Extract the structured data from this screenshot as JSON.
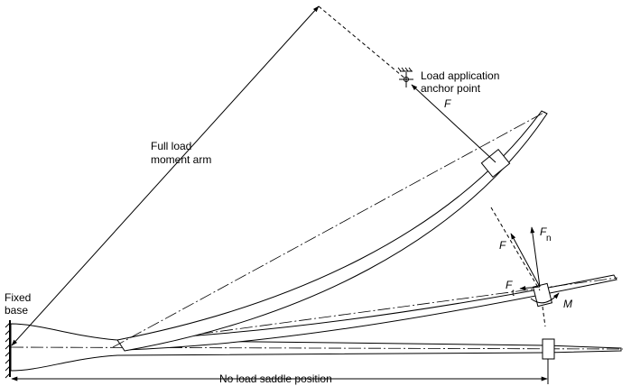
{
  "labels": {
    "fixed_base_line1": "Fixed",
    "fixed_base_line2": "base",
    "moment_arm_line1": "Full load",
    "moment_arm_line2": "moment arm",
    "anchor_line1": "Load application",
    "anchor_line2": "anchor point",
    "saddle_position": "No load saddle position"
  },
  "symbols": {
    "force_top": "F",
    "force_mid": "F",
    "normal_force": "F",
    "normal_force_sub": "n",
    "tangential_force": "F",
    "tangential_force_sub": "t",
    "moment": "M"
  }
}
